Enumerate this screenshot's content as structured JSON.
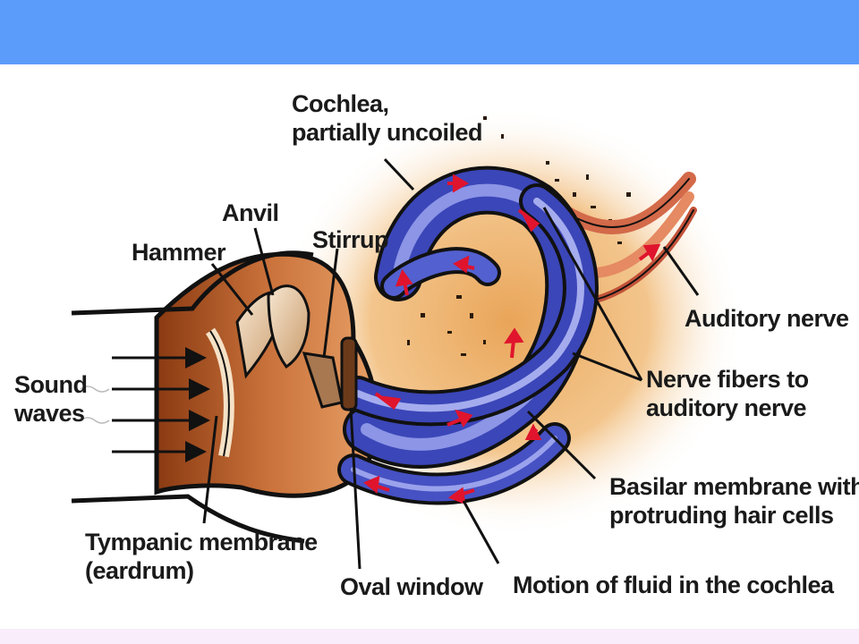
{
  "colors": {
    "header_bar": "#5b9bfa",
    "footer_bar": "#f9ecfb",
    "cochlea_fluid": "#3b46b8",
    "tissue": "#c9713a",
    "flow_arrow": "#e0142d"
  },
  "labels": {
    "cochlea": [
      "Cochlea,",
      "partially uncoiled"
    ],
    "anvil": "Anvil",
    "hammer": "Hammer",
    "stirrup": "Stirrup",
    "auditory_nerve": "Auditory nerve",
    "sound_waves": [
      "Sound",
      "waves"
    ],
    "nerve_fibers": [
      "Nerve fibers to",
      "auditory nerve"
    ],
    "basilar_membrane": [
      "Basilar membrane with",
      "protruding hair cells"
    ],
    "tympanic_membrane": [
      "Tympanic membrane",
      "(eardrum)"
    ],
    "oval_window": "Oval window",
    "fluid_motion": "Motion of fluid in the cochlea"
  }
}
